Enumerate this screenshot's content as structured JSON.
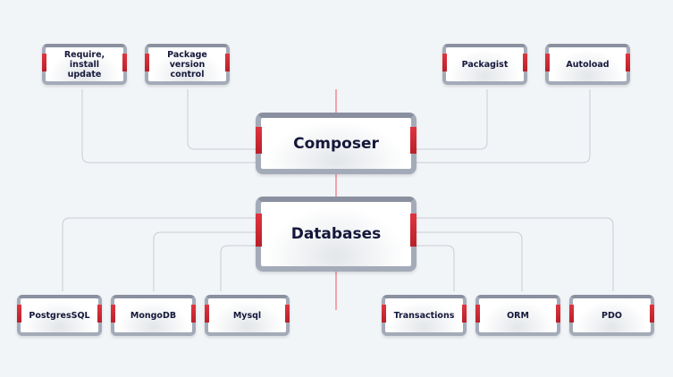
{
  "composer": {
    "label": "Composer",
    "children": [
      "Require, install update",
      "Package version control",
      "Packagist",
      "Autoload"
    ]
  },
  "databases": {
    "label": "Databases",
    "children": [
      "PostgresSQL",
      "MongoDB",
      "Mysql",
      "Transactions",
      "ORM",
      "PDO"
    ]
  },
  "colors": {
    "accent": "#d92c36",
    "border": "#a4abb8",
    "text": "#15183a",
    "line": "#c9ccd2",
    "background": "#f2f5f8"
  }
}
